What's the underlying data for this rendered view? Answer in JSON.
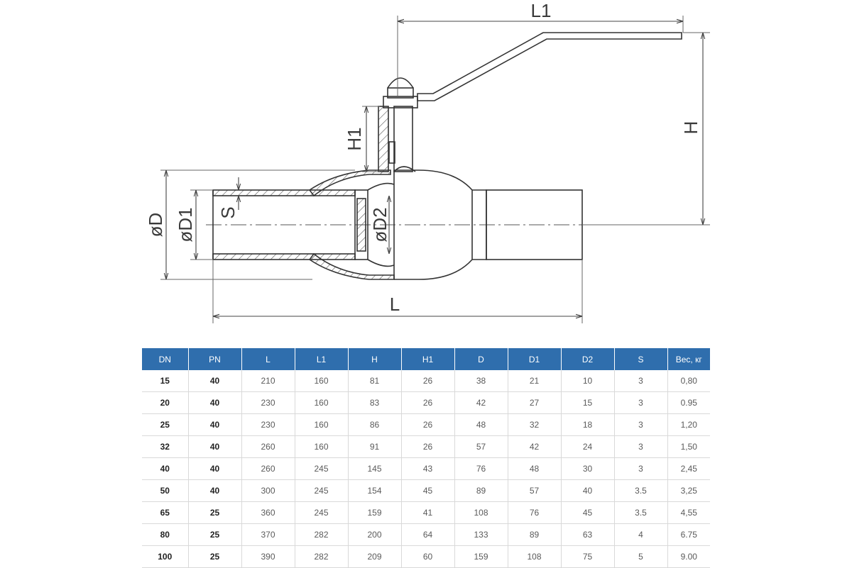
{
  "diagram": {
    "labels": {
      "L": "L",
      "L1": "L1",
      "H": "H",
      "H1": "H1",
      "D": "øD",
      "D1": "øD1",
      "D2": "øD2",
      "S": "S"
    }
  },
  "table": {
    "headers": [
      "DN",
      "PN",
      "L",
      "L1",
      "H",
      "H1",
      "D",
      "D1",
      "D2",
      "S",
      "Вес, кг"
    ],
    "rows": [
      [
        "15",
        "40",
        "210",
        "160",
        "81",
        "26",
        "38",
        "21",
        "10",
        "3",
        "0,80"
      ],
      [
        "20",
        "40",
        "230",
        "160",
        "83",
        "26",
        "42",
        "27",
        "15",
        "3",
        "0.95"
      ],
      [
        "25",
        "40",
        "230",
        "160",
        "86",
        "26",
        "48",
        "32",
        "18",
        "3",
        "1,20"
      ],
      [
        "32",
        "40",
        "260",
        "160",
        "91",
        "26",
        "57",
        "42",
        "24",
        "3",
        "1,50"
      ],
      [
        "40",
        "40",
        "260",
        "245",
        "145",
        "43",
        "76",
        "48",
        "30",
        "3",
        "2,45"
      ],
      [
        "50",
        "40",
        "300",
        "245",
        "154",
        "45",
        "89",
        "57",
        "40",
        "3.5",
        "3,25"
      ],
      [
        "65",
        "25",
        "360",
        "245",
        "159",
        "41",
        "108",
        "76",
        "45",
        "3.5",
        "4,55"
      ],
      [
        "80",
        "25",
        "370",
        "282",
        "200",
        "64",
        "133",
        "89",
        "63",
        "4",
        "6.75"
      ],
      [
        "100",
        "25",
        "390",
        "282",
        "209",
        "60",
        "159",
        "108",
        "75",
        "5",
        "9.00"
      ]
    ]
  }
}
